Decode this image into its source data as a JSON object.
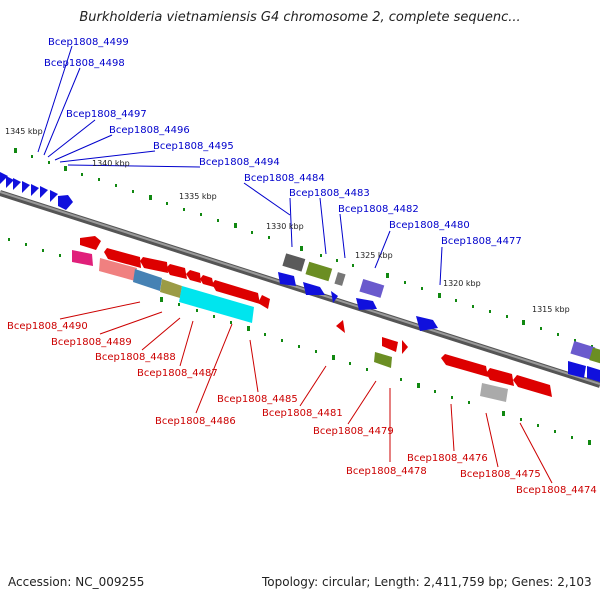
{
  "title": "Burkholderia vietnamiensis G4 chromosome 2, complete sequenc...",
  "footer": {
    "accession": "Accession: NC_009255",
    "topology": "Topology: circular; Length: 2,411,759 bp; Genes: 2,103"
  },
  "colors": {
    "backbone": "#7a7a7a",
    "tick": "#118811",
    "forward_label": "#0000cc",
    "reverse_label": "#cc0000",
    "ruler_label": "#222222"
  },
  "ruler_labels": [
    "1345 kbp",
    "1340 kbp",
    "1335 kbp",
    "1330 kbp",
    "1325 kbp",
    "1320 kbp",
    "1315 kbp"
  ],
  "forward_gene_labels": [
    "Bcep1808_4499",
    "Bcep1808_4498",
    "Bcep1808_4497",
    "Bcep1808_4496",
    "Bcep1808_4495",
    "Bcep1808_4494",
    "Bcep1808_4484",
    "Bcep1808_4483",
    "Bcep1808_4482",
    "Bcep1808_4480",
    "Bcep1808_4477"
  ],
  "reverse_gene_labels": [
    "Bcep1808_4490",
    "Bcep1808_4489",
    "Bcep1808_4488",
    "Bcep1808_4487",
    "Bcep1808_4486",
    "Bcep1808_4485",
    "Bcep1808_4481",
    "Bcep1808_4479",
    "Bcep1808_4478",
    "Bcep1808_4476",
    "Bcep1808_4475",
    "Bcep1808_4474"
  ]
}
